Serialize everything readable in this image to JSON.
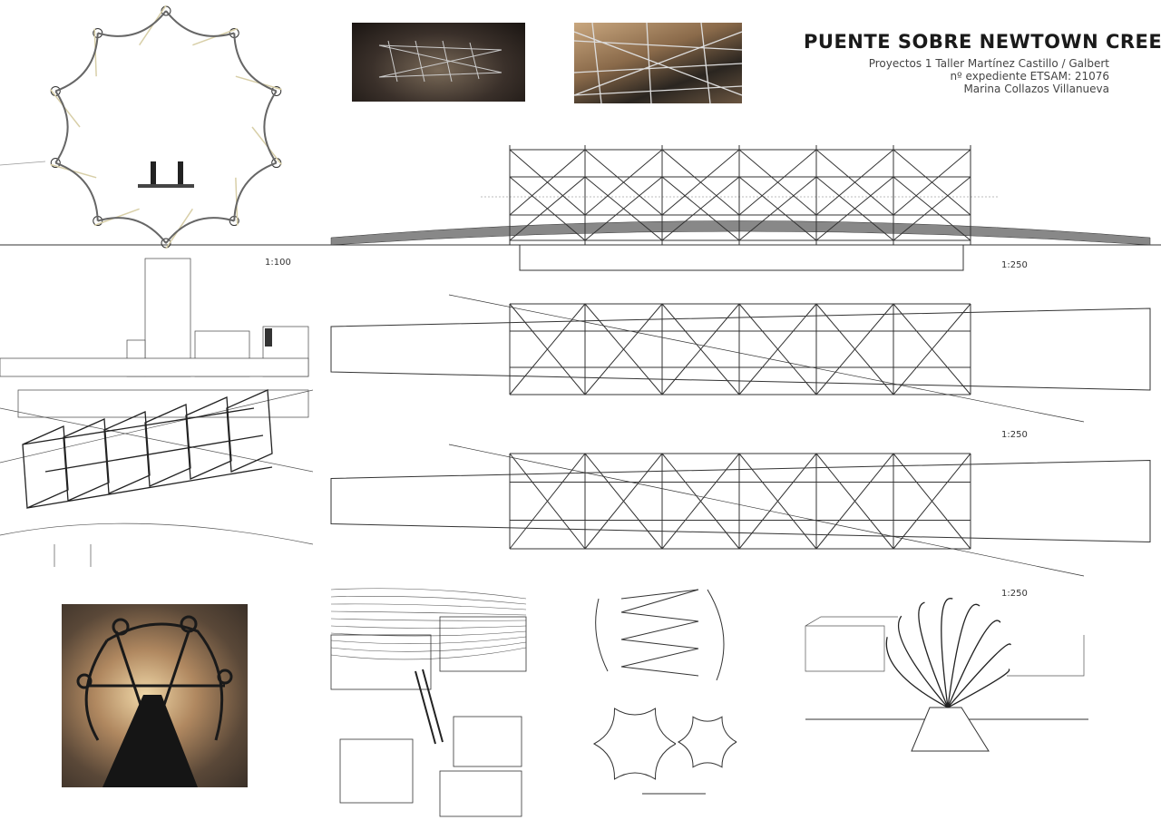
{
  "header": {
    "title": "PUENTE SOBRE NEWTOWN CREEK",
    "course": "Proyectos 1 Taller Martínez Castillo / Galbert",
    "file_number": "nº expediente ETSAM: 21076",
    "author": "Marina Collazos Villanueva"
  },
  "scales": {
    "section": "1:100",
    "elevation": "1:250",
    "plan_top": "1:250",
    "cross_section": "1:250"
  },
  "colors": {
    "line": "#333333",
    "cable": "#d8cfa8",
    "photo_dark": "#2a2520",
    "photo_warm": "#b08860"
  }
}
